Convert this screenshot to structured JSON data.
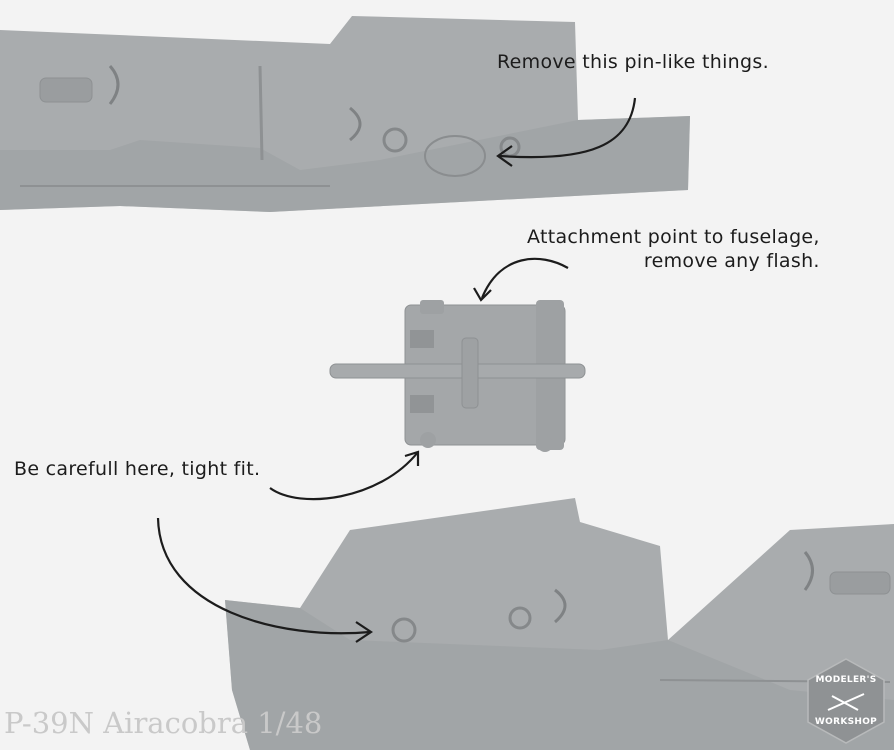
{
  "annotations": {
    "remove_pins": "Remove this pin-like things.",
    "attachment_line1": "Attachment point to fuselage,",
    "attachment_line2": "remove any flash.",
    "careful_fit": "Be carefull here, tight fit."
  },
  "caption": "P-39N Airacobra 1/48",
  "badge": {
    "line1": "MODELER'S",
    "line2": "WORKSHOP"
  },
  "colors": {
    "background": "#f3f3f3",
    "plastic": "#a9acae",
    "plastic_shadow": "#8e9193",
    "ink": "#1c1c1c",
    "badge": "#8f9294"
  }
}
